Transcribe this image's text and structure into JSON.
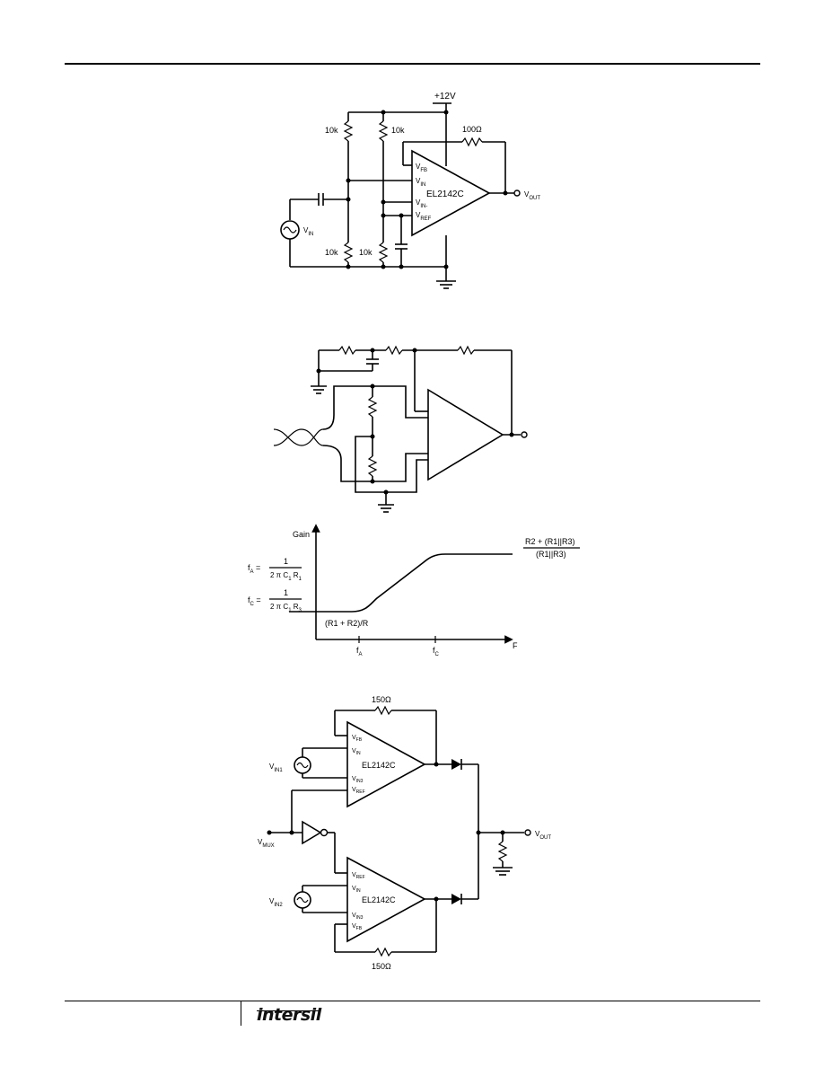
{
  "header": {},
  "footer": {
    "logo_text": "intersil"
  },
  "fig1": {
    "supply": "+12V",
    "r_top_left": "10k",
    "r_top_right": "10k",
    "r_bottom_left": "10k",
    "r_bottom_right": "10k",
    "r_feedback": "100Ω",
    "part": "EL2142C",
    "pin_fb": "V",
    "pin_fb_sub": "FB",
    "pin_in": "V",
    "pin_in_sub": "IN",
    "pin_inn": "V",
    "pin_inn_sub": "IN-",
    "pin_ref": "V",
    "pin_ref_sub": "REF",
    "vin": "V",
    "vin_sub": "IN",
    "vout": "V",
    "vout_sub": "OUT"
  },
  "fig3": {
    "ylabel": "Gain",
    "xlabel": "F",
    "fa": "f",
    "fa_sub": "A",
    "fc": "f",
    "fc_sub": "C",
    "fa_eq_lhs": "f",
    "fa_eq_lhs_sub": "A",
    "fa_eq_num": "1",
    "fa_eq_den": "2 π C",
    "fa_eq_den_c_sub": "1",
    "fa_eq_den_r": " R",
    "fa_eq_den_r_sub": "1",
    "fc_eq_lhs": "f",
    "fc_eq_lhs_sub": "C",
    "fc_eq_num": "1",
    "fc_eq_den": "2 π C",
    "fc_eq_den_c_sub": "1",
    "fc_eq_den_r": " R",
    "fc_eq_den_r_sub": "3",
    "low_gain": "(R1 + R2)/R",
    "high_gain_num": "R2 + (R1||R3)",
    "high_gain_den": "(R1||R3)",
    "chart_data": {
      "type": "line",
      "title": "",
      "xlabel": "F",
      "ylabel": "Gain",
      "x_ticks": [
        "fA",
        "fC"
      ],
      "series": [
        {
          "x": [
            "",
            "fA",
            "fC",
            ""
          ],
          "values": [
            "(R1 + R2)/R",
            "(R1 + R2)/R",
            "R2 + (R1||R3) / (R1||R3)",
            "R2 + (R1||R3) / (R1||R3)"
          ]
        }
      ]
    }
  },
  "fig4": {
    "r_top": "150Ω",
    "r_bottom": "150Ω",
    "part_top": "EL2142C",
    "part_bottom": "EL2142C",
    "pin_fb": "V",
    "pin_fb_sub": "FB",
    "pin_in": "V",
    "pin_in_sub": "IN",
    "pin_in3": "V",
    "pin_in3_sub": "IN3",
    "pin_ref": "V",
    "pin_ref_sub": "REF",
    "vin1": "V",
    "vin1_sub": "IN1",
    "vin2": "V",
    "vin2_sub": "IN2",
    "vmux": "V",
    "vmux_sub": "MUX",
    "vout": "V",
    "vout_sub": "OUT"
  }
}
